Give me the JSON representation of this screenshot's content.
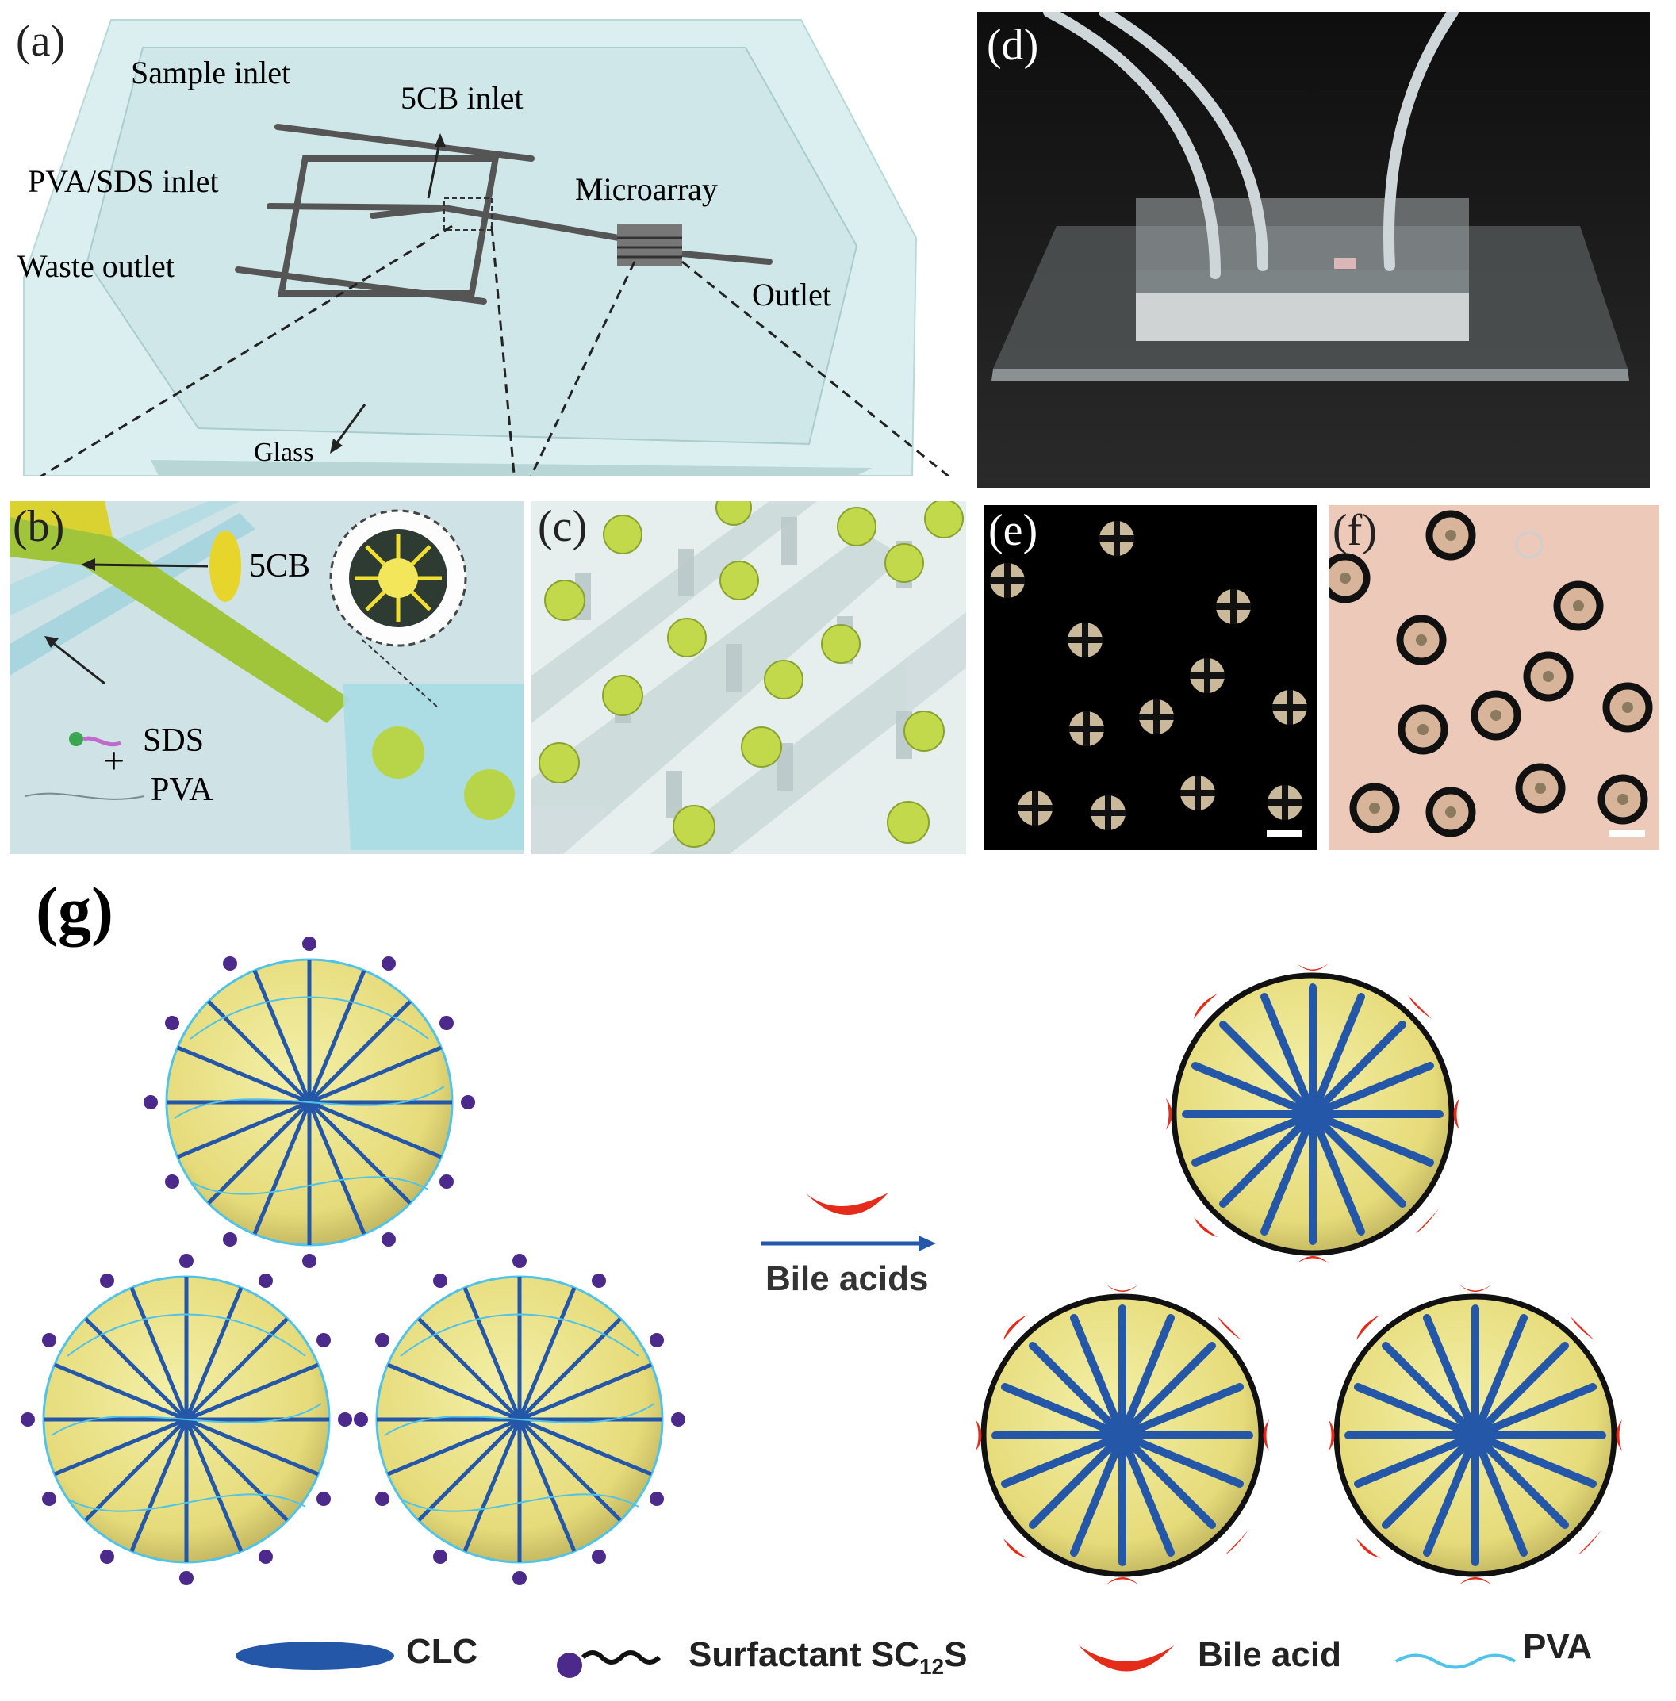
{
  "panel_a": {
    "label": "(a)",
    "sample_inlet": "Sample inlet",
    "cb_inlet": "5CB inlet",
    "pva_sds_inlet": "PVA/SDS inlet",
    "microarray": "Microarray",
    "waste_outlet": "Waste outlet",
    "outlet": "Outlet",
    "glass": "Glass"
  },
  "panel_b": {
    "label": "(b)",
    "cb": "5CB",
    "sds": "SDS",
    "plus": "+",
    "pva": "PVA"
  },
  "panel_c": {
    "label": "(c)"
  },
  "panel_d": {
    "label": "(d)"
  },
  "panel_e": {
    "label": "(e)"
  },
  "panel_f": {
    "label": "(f)"
  },
  "panel_g": {
    "label": "(g)",
    "arrow_label": "Bile acids",
    "legend": {
      "clc": "CLC",
      "surfactant_prefix": "Surfactant SC",
      "surfactant_sub": "12",
      "surfactant_suffix": "S",
      "bile_acid": "Bile acid",
      "pva": "PVA"
    }
  },
  "colors": {
    "clc_blue": "#2457a8",
    "bile_red": "#e52b1a",
    "pva_cyan": "#4fc3e8",
    "surfactant_purple": "#4b2a8c",
    "droplet_yellow": "#e9e38a",
    "chip_cyan": "#cfe9ea",
    "photo_dark": "#1a1a1a",
    "bright_field_bg": "#ecc9b8"
  }
}
